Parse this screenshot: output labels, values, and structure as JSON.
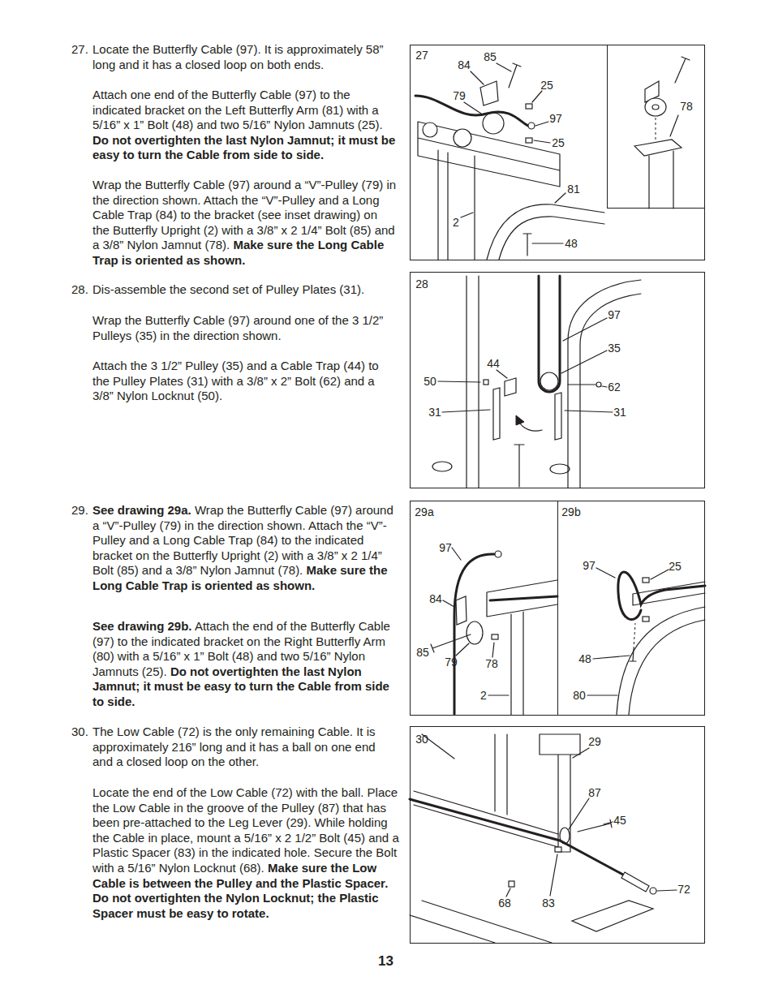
{
  "diagram": {
    "nodes": [
      {
        "text": [
          "27",
          "84",
          "85",
          "79",
          "25",
          "97",
          "25",
          "81",
          "2",
          "48"
        ]
      },
      {
        "text": [
          "78"
        ],
        "in": 0
      },
      {
        "text": [
          "28",
          "97",
          "35",
          "44",
          "50",
          "62",
          "31",
          "31"
        ]
      },
      {
        "text": [
          "29a",
          "97",
          "84",
          "85",
          "79",
          "78",
          "2"
        ]
      },
      {
        "text": [
          "29b",
          "97",
          "25",
          "48",
          "80"
        ]
      },
      {
        "text": [
          "30",
          "29",
          "87",
          "45",
          "72",
          "68",
          "83"
        ]
      }
    ],
    "labels": [
      "27.",
      "Locate the Butterfly Cable (97). It is approximately 58” long and it has a closed loop on both ends.",
      "Attach one end of the Butterfly Cable (97) to the indicated bracket on the Left Butterfly Arm (81) with a 5/16” x 1” Bolt (48) and two 5/16” Nylon Jamnuts (25).",
      "Do not overtighten the last Nylon Jamnut; it must be easy to turn the Cable from side to side.",
      "Wrap the Butterfly Cable (97) around a “V”-Pulley (79) in the direction shown. Attach the “V”-Pulley and a Long Cable Trap (84) to the bracket (see inset drawing) on the Butterfly Upright (2) with a 3/8” x 2 1/4” Bolt (85) and a 3/8” Nylon Jamnut (78).",
      "Make sure the Long Cable Trap is oriented as shown.",
      "28.",
      "Dis-assemble the second set of Pulley Plates (31).",
      "Wrap the Butterfly Cable (97) around one of the 3 1/2” Pulleys (35) in the direction shown.",
      "Attach the 3 1/2” Pulley (35) and a Cable Trap (44) to the Pulley Plates (31) with a 3/8” x 2” Bolt (62) and a 3/8” Nylon Locknut (50).",
      "29.",
      "See drawing 29a.",
      "Wrap the Butterfly Cable (97) around a “V”-Pulley (79) in the direction shown. Attach the “V”-Pulley and a Long Cable Trap (84) to the indicated bracket on the Butterfly Upright (2) with a 3/8” x 2 1/4” Bolt (85) and a 3/8” Nylon Jamnut (78).",
      "Make sure the Long Cable Trap is oriented as shown.",
      "See drawing 29b.",
      "Attach the end of the Butterfly Cable (97) to the indicated bracket on the Right Butterfly Arm (80) with a 5/16” x 1” Bolt (48) and two 5/16” Nylon Jamnuts (25).",
      "Do not overtighten the last Nylon Jamnut; it must be easy to turn the Cable from side to side.",
      "30.",
      "The Low Cable (72) is the only remaining Cable. It is approximately 216” long and it has a ball on one end and a closed loop on the other.",
      "Locate the end of the Low Cable (72) with the ball. Place the Low Cable in the groove of the Pulley (87) that has been pre-attached to the Leg Lever (29). While holding the Cable in place, mount a 5/16” x 2 1/2” Bolt (45) and a Plastic Spacer (83) in the indicated hole. Secure the Bolt with a 5/16” Nylon Locknut (68).",
      "Make sure the Low Cable is between the Pulley and the Plastic Spacer. Do not overtighten the Nylon Locknut; the Plastic Spacer must be easy to rotate.",
      "13"
    ]
  }
}
